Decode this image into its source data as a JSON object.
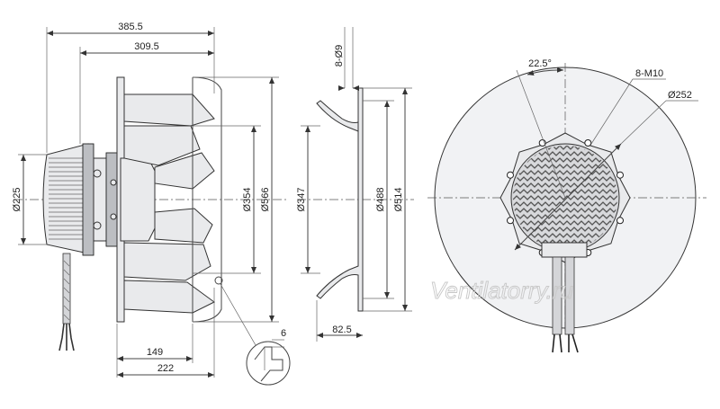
{
  "dimensions": {
    "overall_length": "385.5",
    "impeller_length": "309.5",
    "motor_diameter": "Ø225",
    "impeller_inner_diameter": "Ø354",
    "impeller_outer_diameter": "Ø566",
    "flange_inner_diameter": "Ø347",
    "flange_bolt_circle": "Ø488",
    "flange_outer_diameter": "Ø514",
    "flange_hole": "8-Ø9",
    "flange_depth": "82.5",
    "mount_offset_149": "149",
    "mount_offset_222": "222",
    "gap_6": "6",
    "bolt_angle": "22.5°",
    "bolt_pattern": "8-M10",
    "bolt_circle": "Ø252"
  },
  "watermark": "Ventilatorry.ru"
}
